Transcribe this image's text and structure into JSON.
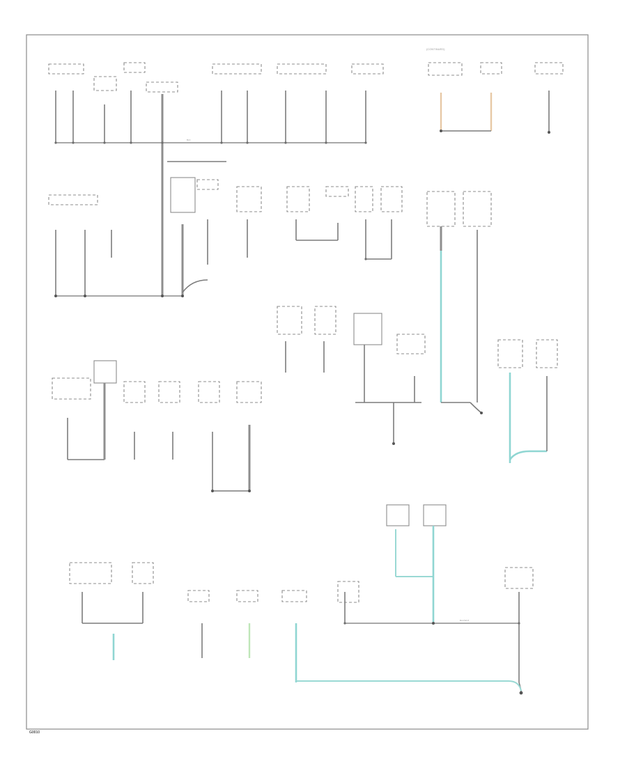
{
  "diagram": {
    "header_note": "(CONTINUED)",
    "footer_ref": "G0010",
    "bus_label_top": "BLK",
    "bus_label_mid": "BLK/WHT",
    "colors": {
      "wire": "#7c7c7c",
      "highlight_cyan": "#8fd6d2",
      "highlight_tan": "#e7c9a6",
      "highlight_green": "#bfe6b8",
      "frame": "#8a8a8a"
    }
  }
}
